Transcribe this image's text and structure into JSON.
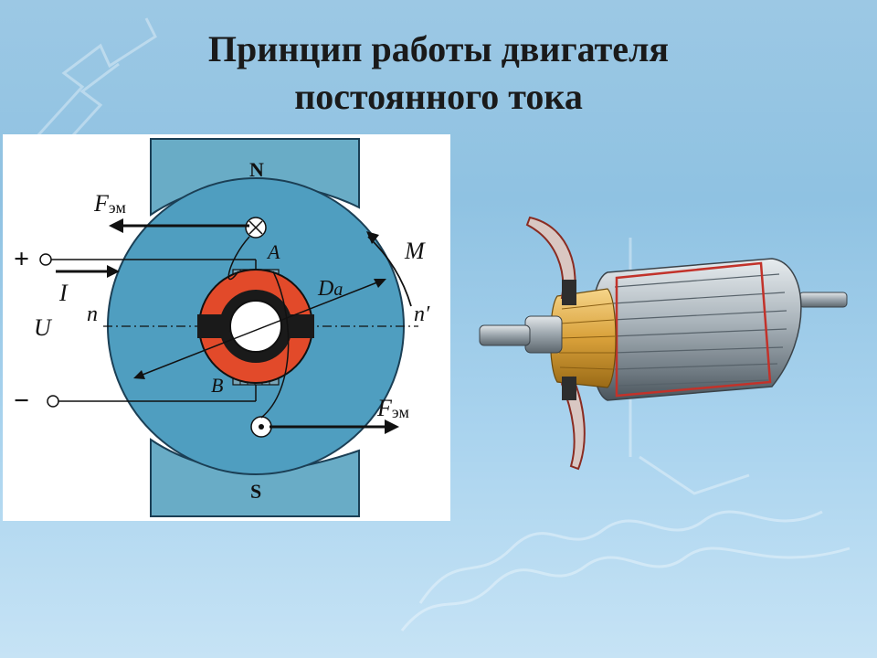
{
  "slide": {
    "title_line1": "Принцип работы двигателя",
    "title_line2": "постоянного тока"
  },
  "diagram": {
    "pole_north": "N",
    "pole_south": "S",
    "plus": "+",
    "minus": "−",
    "force_top_main": "F",
    "force_top_sub": "эм",
    "force_bottom_main": "F",
    "force_bottom_sub": "эм",
    "current": "I",
    "voltage": "U",
    "brush_a": "A",
    "brush_b": "B",
    "torque": "M",
    "diameter_main": "D",
    "diameter_sub": "a",
    "axis_left": "n",
    "axis_right": "n′"
  },
  "colors": {
    "pole_fill": "#69acc6",
    "rotor_fill": "#4f9ec0",
    "commutator_red": "#e24a2a",
    "background": "#9cc8e4"
  }
}
